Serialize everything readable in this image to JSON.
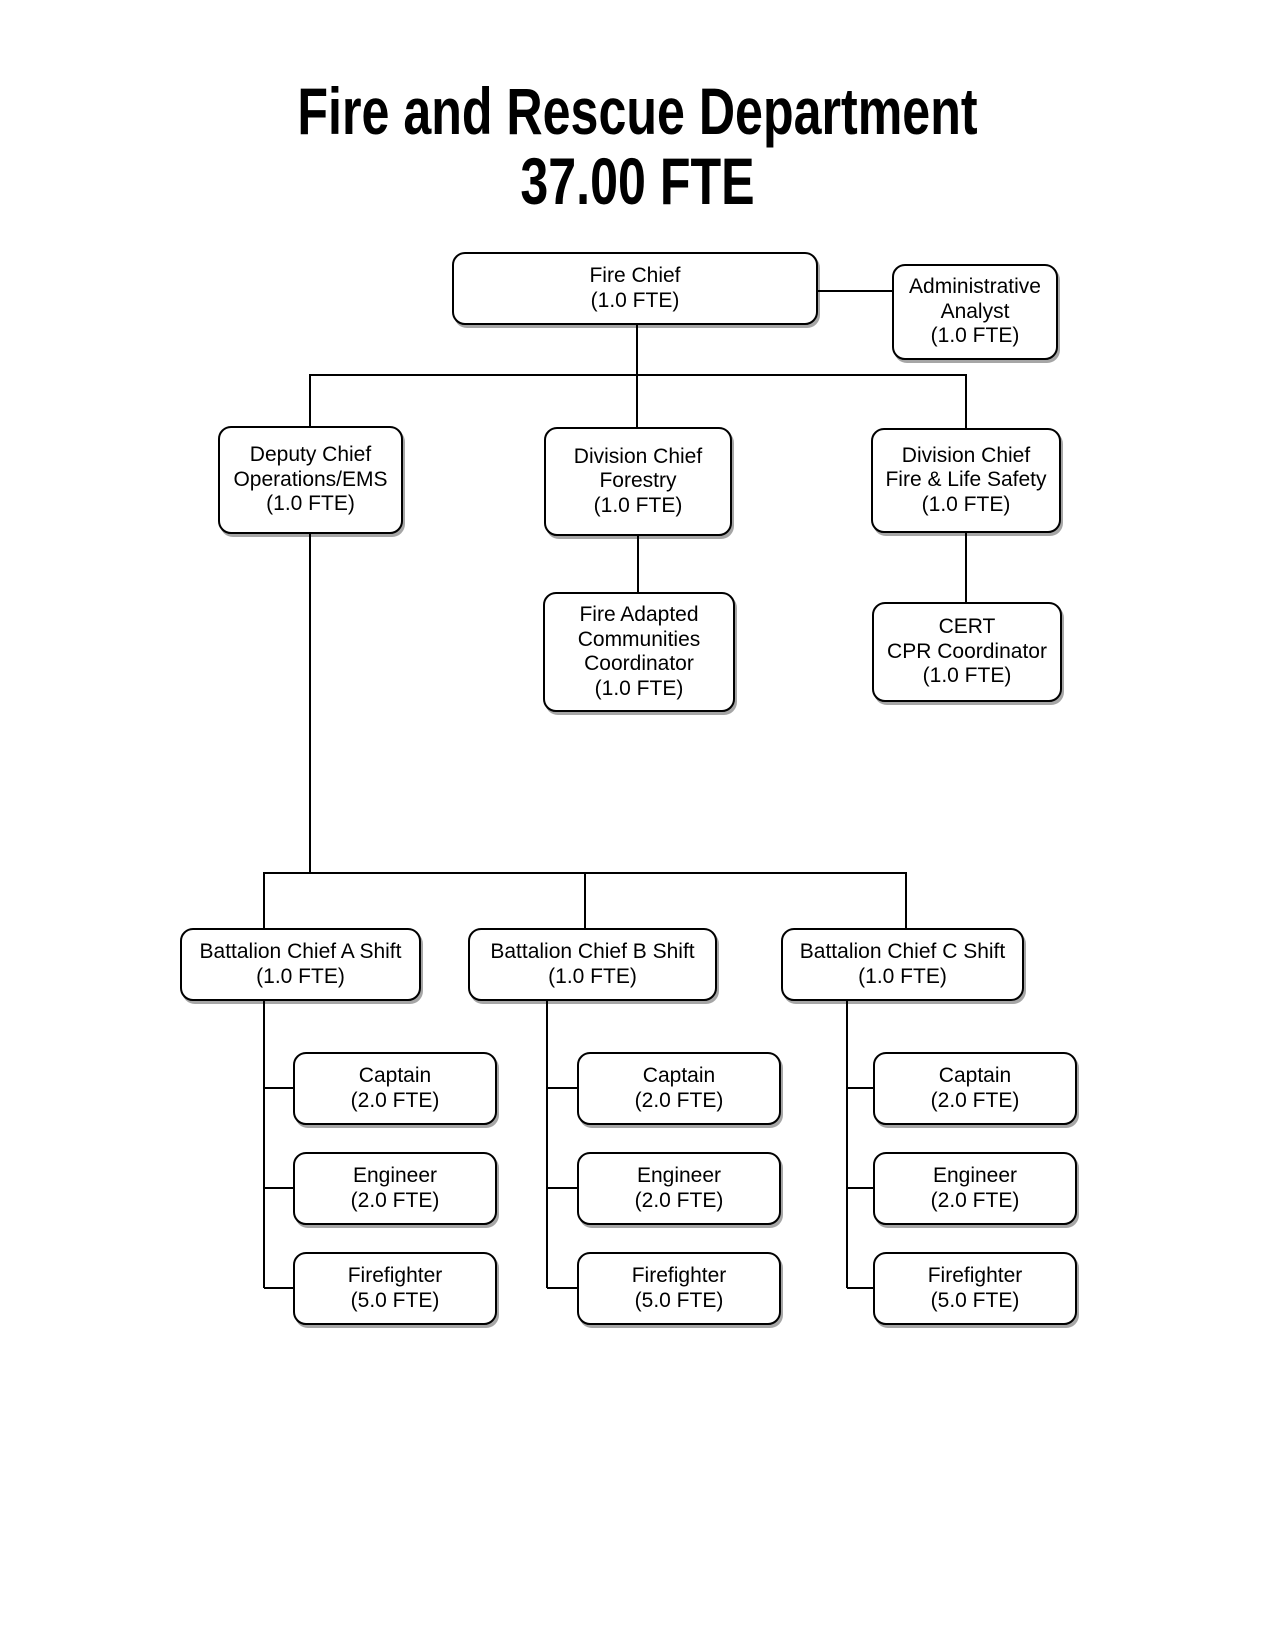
{
  "title": {
    "line1": "Fire and Rescue Department",
    "line2": "37.00 FTE"
  },
  "palette": {
    "page_background": "#ffffff",
    "box_fill": "#ffffff",
    "box_border": "#000000",
    "connector_line": "#000000",
    "text": "#000000"
  },
  "nodes": {
    "fire_chief": {
      "lines": [
        "Fire Chief",
        "(1.0 FTE)"
      ]
    },
    "administrative_analyst": {
      "lines": [
        "Administrative",
        "Analyst",
        "(1.0 FTE)"
      ]
    },
    "deputy_chief_operations_ems": {
      "lines": [
        "Deputy Chief",
        "Operations/EMS",
        "(1.0 FTE)"
      ]
    },
    "division_chief_forestry": {
      "lines": [
        "Division Chief",
        "Forestry",
        "(1.0 FTE)"
      ]
    },
    "division_chief_fire_life_safety": {
      "lines": [
        "Division Chief",
        "Fire & Life Safety",
        "(1.0 FTE)"
      ]
    },
    "fire_adapted_communities_coordinator": {
      "lines": [
        "Fire Adapted",
        "Communities",
        "Coordinator",
        "(1.0 FTE)"
      ]
    },
    "cert_cpr_coordinator": {
      "lines": [
        "CERT",
        "CPR Coordinator",
        "(1.0 FTE)"
      ]
    },
    "battalion_chief_a": {
      "lines": [
        "Battalion Chief A Shift",
        "(1.0 FTE)"
      ]
    },
    "battalion_chief_b": {
      "lines": [
        "Battalion Chief B Shift",
        "(1.0 FTE)"
      ]
    },
    "battalion_chief_c": {
      "lines": [
        "Battalion Chief C Shift",
        "(1.0 FTE)"
      ]
    },
    "captain_a": {
      "lines": [
        "Captain",
        "(2.0 FTE)"
      ]
    },
    "engineer_a": {
      "lines": [
        "Engineer",
        "(2.0 FTE)"
      ]
    },
    "firefighter_a": {
      "lines": [
        "Firefighter",
        "(5.0 FTE)"
      ]
    },
    "captain_b": {
      "lines": [
        "Captain",
        "(2.0 FTE)"
      ]
    },
    "engineer_b": {
      "lines": [
        "Engineer",
        "(2.0 FTE)"
      ]
    },
    "firefighter_b": {
      "lines": [
        "Firefighter",
        "(5.0 FTE)"
      ]
    },
    "captain_c": {
      "lines": [
        "Captain",
        "(2.0 FTE)"
      ]
    },
    "engineer_c": {
      "lines": [
        "Engineer",
        "(2.0 FTE)"
      ]
    },
    "firefighter_c": {
      "lines": [
        "Firefighter",
        "(5.0 FTE)"
      ]
    }
  },
  "edges": [
    [
      "fire_chief",
      "administrative_analyst"
    ],
    [
      "fire_chief",
      "deputy_chief_operations_ems"
    ],
    [
      "fire_chief",
      "division_chief_forestry"
    ],
    [
      "fire_chief",
      "division_chief_fire_life_safety"
    ],
    [
      "division_chief_forestry",
      "fire_adapted_communities_coordinator"
    ],
    [
      "division_chief_fire_life_safety",
      "cert_cpr_coordinator"
    ],
    [
      "deputy_chief_operations_ems",
      "battalion_chief_a"
    ],
    [
      "deputy_chief_operations_ems",
      "battalion_chief_b"
    ],
    [
      "deputy_chief_operations_ems",
      "battalion_chief_c"
    ],
    [
      "battalion_chief_a",
      "captain_a"
    ],
    [
      "battalion_chief_a",
      "engineer_a"
    ],
    [
      "battalion_chief_a",
      "firefighter_a"
    ],
    [
      "battalion_chief_b",
      "captain_b"
    ],
    [
      "battalion_chief_b",
      "engineer_b"
    ],
    [
      "battalion_chief_b",
      "firefighter_b"
    ],
    [
      "battalion_chief_c",
      "captain_c"
    ],
    [
      "battalion_chief_c",
      "engineer_c"
    ],
    [
      "battalion_chief_c",
      "firefighter_c"
    ]
  ]
}
